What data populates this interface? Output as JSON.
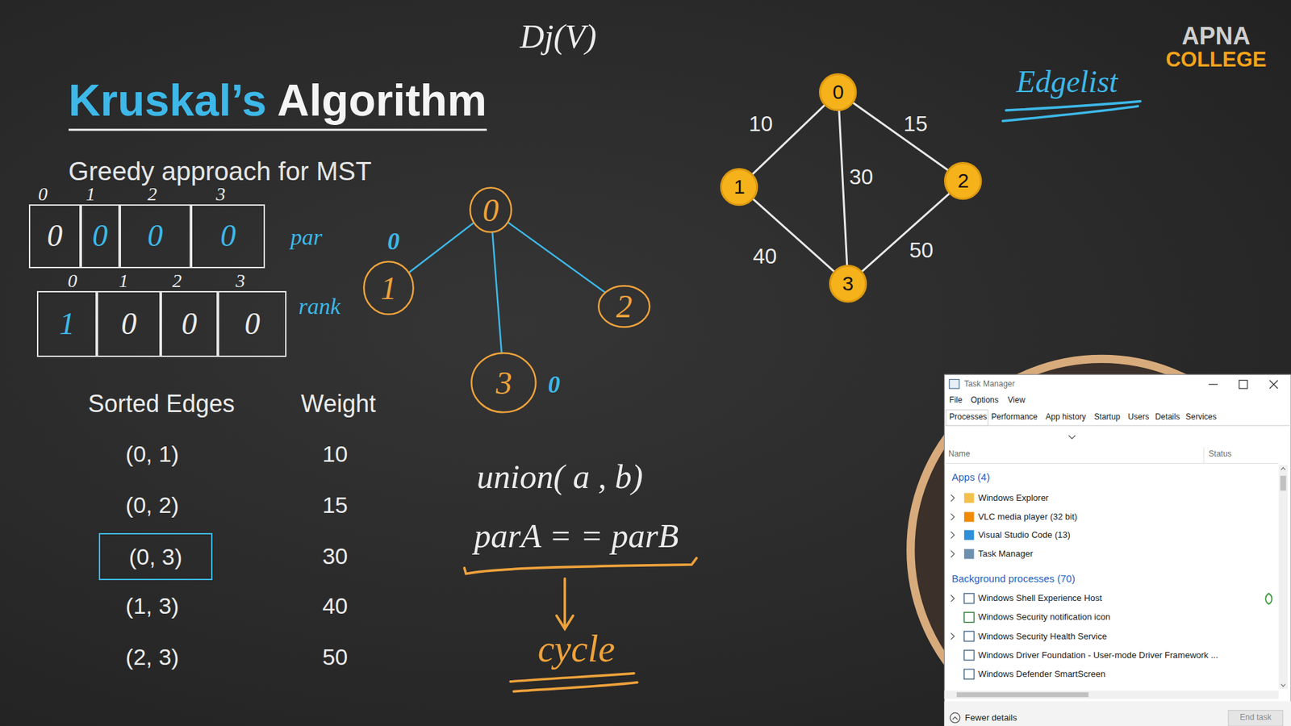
{
  "diagram": {
    "title": "Kruskal’s Algorithm",
    "nodes": [
      {
        "text": [
          "0"
        ]
      },
      {
        "text": [
          "0"
        ]
      },
      {
        "text": [
          "0"
        ]
      },
      {
        "text": [
          "0"
        ]
      },
      {
        "text": [
          "1"
        ]
      },
      {
        "text": [
          "0"
        ]
      },
      {
        "text": [
          "0"
        ]
      },
      {
        "text": [
          "0"
        ]
      },
      {
        "text": [
          "0"
        ]
      },
      {
        "text": [
          "1"
        ]
      },
      {
        "text": [
          "2"
        ]
      },
      {
        "text": [
          "3"
        ]
      },
      {
        "text": [
          "(0, 3)"
        ]
      },
      {
        "text": [
          "0"
        ]
      },
      {
        "text": [
          "1"
        ]
      },
      {
        "text": [
          "2"
        ]
      },
      {
        "text": [
          "3"
        ]
      }
    ],
    "edges": [
      {
        "from": 8,
        "to": 9,
        "arrow": "none"
      },
      {
        "from": 8,
        "to": 11,
        "arrow": "none"
      },
      {
        "from": 8,
        "to": 10,
        "arrow": "none"
      },
      {
        "from": 13,
        "to": 14,
        "label": "10",
        "arrow": "none"
      },
      {
        "from": 13,
        "to": 15,
        "label": "15",
        "arrow": "none"
      },
      {
        "from": 13,
        "to": 16,
        "label": "30",
        "arrow": "none"
      },
      {
        "from": 14,
        "to": 16,
        "label": "40",
        "arrow": "none"
      },
      {
        "from": 15,
        "to": 16,
        "label": "50",
        "arrow": "none"
      }
    ],
    "labels": [
      "Greedy approach for MST",
      "0",
      "1",
      "2",
      "3",
      "par",
      "0",
      "1",
      "2",
      "3",
      "rank",
      "0",
      "0",
      "Sorted Edges",
      "Weight",
      "(0, 1)",
      "10",
      "(0, 2)",
      "15",
      "30",
      "(1, 3)",
      "40",
      "(2, 3)",
      "50",
      "Dj(V)",
      "union( a , b)",
      "parA = = parB",
      "cycle",
      "Edgelist",
      "APNA",
      "COLLEGE",
      "Task Manager",
      "File",
      "Options",
      "View",
      "Processes",
      "Performance",
      "App history",
      "Startup",
      "Users",
      "Details",
      "Services",
      "Name",
      "Status",
      "Apps (4)",
      "Windows Explorer",
      "VLC media player (32 bit)",
      "Visual Studio Code (13)",
      "Task Manager",
      "Background processes (70)",
      "Windows Shell Experience Host",
      "Windows Security notification icon",
      "Windows Security Health Service",
      "Windows Driver Foundation - User-mode Driver Framework ...",
      "Windows Defender SmartScreen",
      "Fewer details",
      "End task"
    ]
  }
}
